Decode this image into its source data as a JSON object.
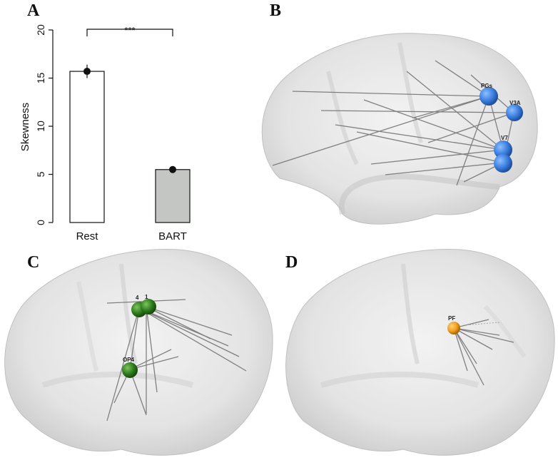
{
  "panels": {
    "a": "A",
    "b": "B",
    "c": "C",
    "d": "D"
  },
  "chart_data": {
    "type": "bar",
    "categories": [
      "Rest",
      "BART"
    ],
    "values": [
      15.7,
      5.5
    ],
    "errors": [
      0.7,
      0.1
    ],
    "ylabel": "Skewness",
    "xlabel": "",
    "ylim": [
      0,
      20
    ],
    "yticks": [
      "0",
      "5",
      "10",
      "15",
      "20"
    ],
    "bar_colors": [
      "#ffffff",
      "#c4c6c4"
    ],
    "significance": "***"
  },
  "brains": {
    "b_labels": [
      "PGs",
      "V3A",
      "V7"
    ],
    "c_labels": [
      "4",
      "1",
      "OP4"
    ],
    "d_labels": [
      "PF"
    ],
    "colors": {
      "blue": "#3d7fe0",
      "green": "#2e7d1e",
      "orange": "#f0a020"
    }
  }
}
